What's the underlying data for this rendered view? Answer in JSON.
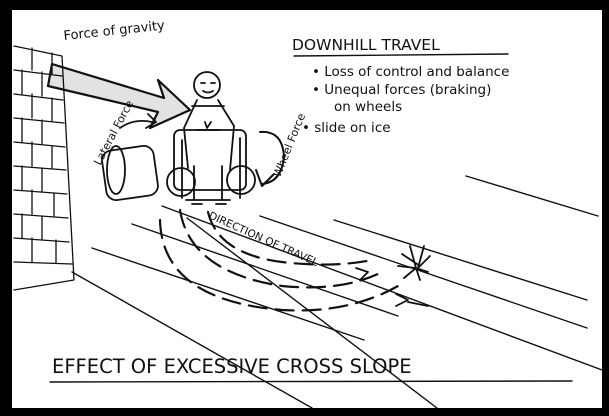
{
  "labels": {
    "force_of_gravity": "Force of gravity",
    "lateral_force": "Lateral Force",
    "wheel_force": "Wheel Force",
    "direction_of_travel": "DIRECTION OF TRAVEL"
  },
  "notes": {
    "heading": "DOWNHILL TRAVEL",
    "bullets": [
      "• Loss of control and balance",
      "• Unequal forces (braking)",
      "on wheels",
      "• slide on ice"
    ]
  },
  "caption": "EFFECT OF EXCESSIVE CROSS SLOPE",
  "colors": {
    "ink": "#111111",
    "paper": "#ffffff",
    "frame": "#000000"
  }
}
